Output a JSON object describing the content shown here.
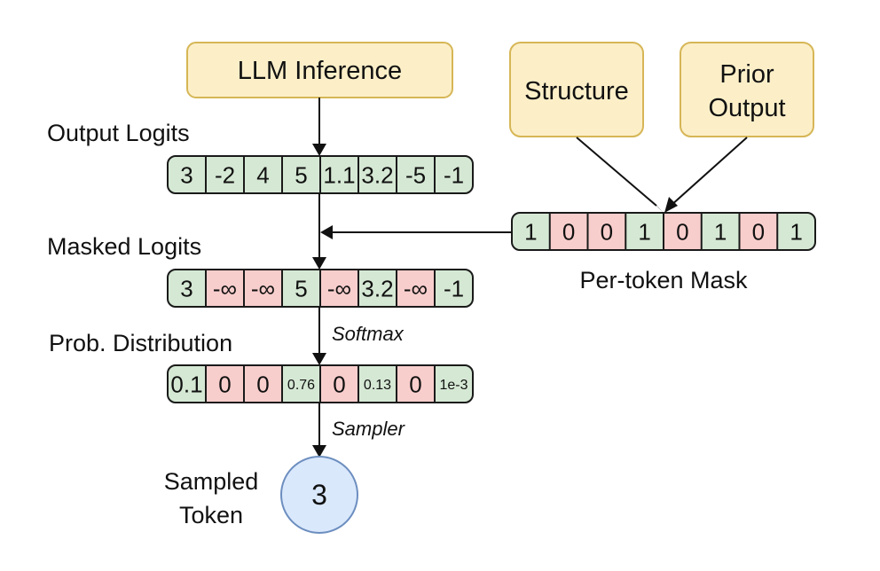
{
  "nodes": {
    "llm_inference": "LLM Inference",
    "structure": "Structure",
    "prior_output": [
      "Prior",
      "Output"
    ]
  },
  "labels": {
    "output_logits": "Output Logits",
    "masked_logits": "Masked Logits",
    "prob_distribution": "Prob. Distribution",
    "per_token_mask": "Per-token Mask",
    "sampled_token": [
      "Sampled",
      "Token"
    ],
    "softmax": "Softmax",
    "sampler": "Sampler"
  },
  "rows": {
    "output_logits": [
      {
        "v": "3",
        "s": "g"
      },
      {
        "v": "-2",
        "s": "g"
      },
      {
        "v": "4",
        "s": "g"
      },
      {
        "v": "5",
        "s": "g"
      },
      {
        "v": "1.1",
        "s": "g"
      },
      {
        "v": "3.2",
        "s": "g"
      },
      {
        "v": "-5",
        "s": "g"
      },
      {
        "v": "-1",
        "s": "g"
      }
    ],
    "masked_logits": [
      {
        "v": "3",
        "s": "g"
      },
      {
        "v": "-∞",
        "s": "r"
      },
      {
        "v": "-∞",
        "s": "r"
      },
      {
        "v": "5",
        "s": "g"
      },
      {
        "v": "-∞",
        "s": "r"
      },
      {
        "v": "3.2",
        "s": "g"
      },
      {
        "v": "-∞",
        "s": "r"
      },
      {
        "v": "-1",
        "s": "g"
      }
    ],
    "prob_distribution": [
      {
        "v": "0.1",
        "s": "g",
        "small": false
      },
      {
        "v": "0",
        "s": "r",
        "small": false
      },
      {
        "v": "0",
        "s": "r",
        "small": false
      },
      {
        "v": "0.76",
        "s": "g",
        "small": true
      },
      {
        "v": "0",
        "s": "r",
        "small": false
      },
      {
        "v": "0.13",
        "s": "g",
        "small": true
      },
      {
        "v": "0",
        "s": "r",
        "small": false
      },
      {
        "v": "1e-3",
        "s": "g",
        "small": true
      }
    ],
    "per_token_mask": [
      {
        "v": "1",
        "s": "g"
      },
      {
        "v": "0",
        "s": "r"
      },
      {
        "v": "0",
        "s": "r"
      },
      {
        "v": "1",
        "s": "g"
      },
      {
        "v": "0",
        "s": "r"
      },
      {
        "v": "1",
        "s": "g"
      },
      {
        "v": "0",
        "s": "r"
      },
      {
        "v": "1",
        "s": "g"
      }
    ]
  },
  "sampled_token": "3",
  "colors": {
    "green": "#d5e8d4",
    "red": "#f8cecc",
    "yellow": "#fcefc8",
    "yellow_stroke": "#d6b656",
    "blue": "#dae8fc",
    "blue_stroke": "#6c8ebf"
  }
}
